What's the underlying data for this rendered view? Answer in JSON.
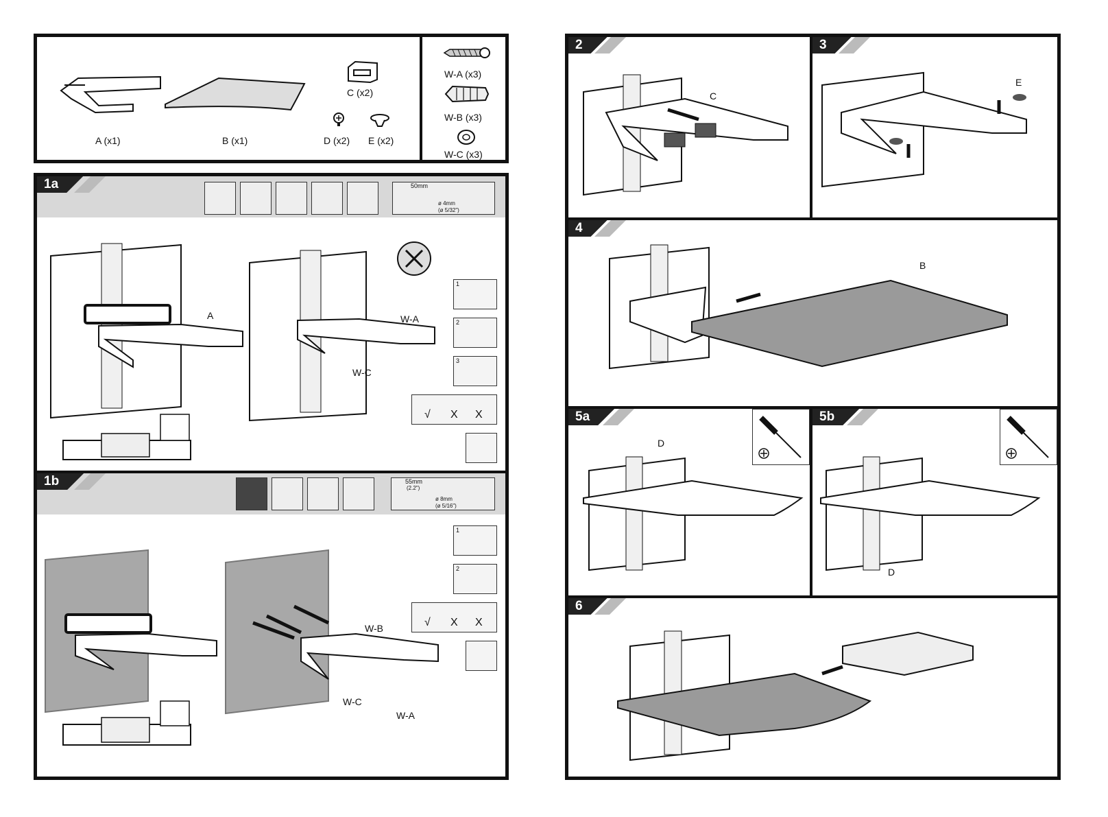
{
  "parts": {
    "a": "A (x1)",
    "b": "B (x1)",
    "c": "C (x2)",
    "d": "D (x2)",
    "e": "E (x2)",
    "wa": "W-A (x3)",
    "wb": "W-B (x3)",
    "wc": "W-C (x3)"
  },
  "steps": {
    "s1a": {
      "tag": "1a",
      "drill_depth": "50mm",
      "drill_dia": "ø 4mm",
      "drill_dia_in": "(ø 5/32\")",
      "label_a": "A",
      "label_wa": "W-A",
      "label_wc": "W-C",
      "sub1": "1",
      "sub2": "2",
      "sub3": "3",
      "level_ok": "√",
      "level_bad1": "X",
      "level_bad2": "X"
    },
    "s1b": {
      "tag": "1b",
      "drill_depth": "55mm",
      "drill_depth_in": "(2.2\")",
      "drill_dia": "ø 8mm",
      "drill_dia_in": "(ø 5/16\")",
      "label_wb": "W-B",
      "label_wc": "W-C",
      "label_wa": "W-A",
      "sub1": "1",
      "sub2": "2",
      "level_ok": "√",
      "level_bad1": "X",
      "level_bad2": "X"
    },
    "s2": {
      "tag": "2",
      "label_c": "C"
    },
    "s3": {
      "tag": "3",
      "label_e": "E"
    },
    "s4": {
      "tag": "4",
      "label_b": "B"
    },
    "s5a": {
      "tag": "5a",
      "label_d": "D"
    },
    "s5b": {
      "tag": "5b",
      "label_d": "D"
    },
    "s6": {
      "tag": "6"
    }
  },
  "icons": [
    "bracket-icon",
    "shelf-icon",
    "clip-icon",
    "screw-icon",
    "cap-icon",
    "wood-screw-icon",
    "anchor-icon",
    "washer-icon",
    "level-icon",
    "pencil-icon",
    "drill-icon",
    "screwdriver-icon",
    "arrow-icon"
  ]
}
